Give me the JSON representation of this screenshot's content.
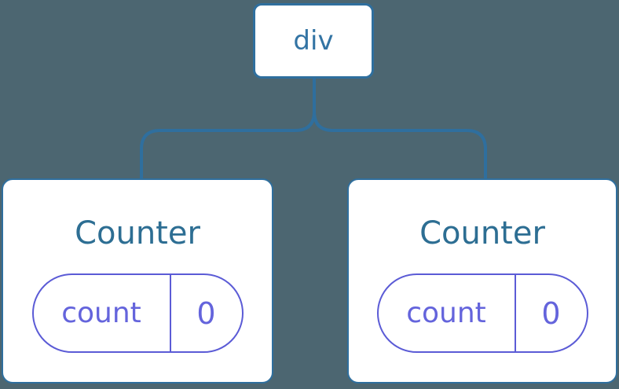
{
  "diagram": {
    "root": {
      "label": "div"
    },
    "children": [
      {
        "title": "Counter",
        "state": {
          "key": "count",
          "value": "0"
        }
      },
      {
        "title": "Counter",
        "state": {
          "key": "count",
          "value": "0"
        }
      }
    ]
  },
  "colors": {
    "background": "#4C6671",
    "line_blue": "#2F6F9E",
    "root_text_blue": "#3374A4",
    "title_text_blue": "#2D6E93",
    "pill_border_purple": "#5B5BD6",
    "pill_text_purple": "#6464DC",
    "card_background": "#FFFFFF"
  }
}
